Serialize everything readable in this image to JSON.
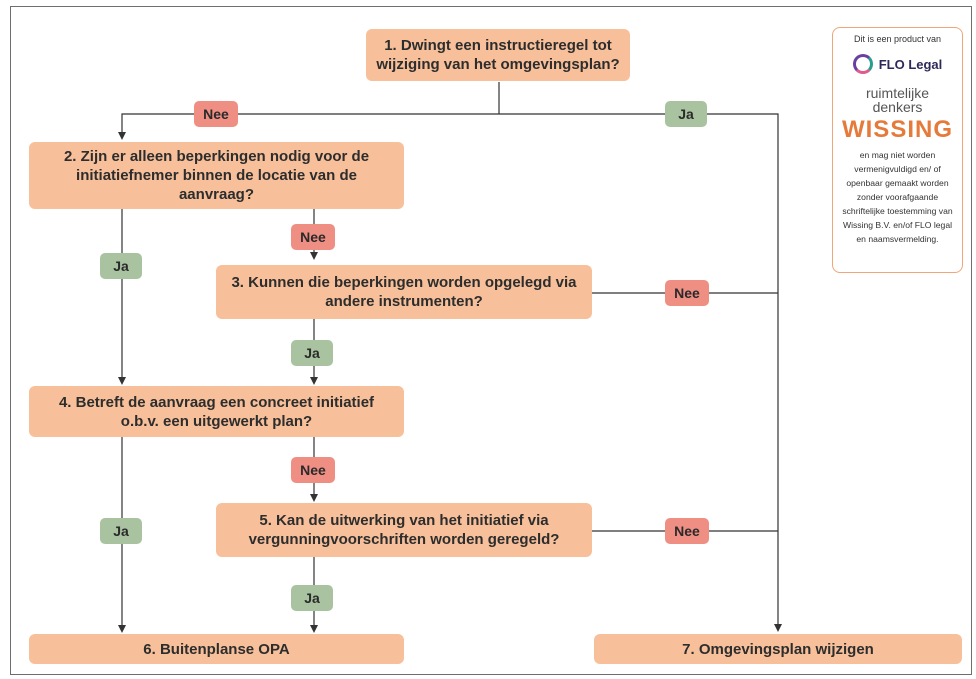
{
  "questions": {
    "q1": "1. Dwingt een instructieregel tot wijziging van het omgevingsplan?",
    "q2": "2. Zijn er alleen beperkingen nodig voor de initiatiefnemer binnen de locatie van de aanvraag?",
    "q3": "3. Kunnen die beperkingen worden opgelegd via andere instrumenten?",
    "q4": "4. Betreft de aanvraag een concreet initiatief o.b.v. een uitgewerkt plan?",
    "q5": "5. Kan de uitwerking van het initiatief via vergunningvoorschriften worden geregeld?",
    "o6": "6. Buitenplanse OPA",
    "o7": "7. Omgevingsplan wijzigen"
  },
  "answers": {
    "q1_no": "Nee",
    "q1_yes": "Ja",
    "q2_no": "Nee",
    "q2_yes": "Ja",
    "q3_no": "Nee",
    "q3_yes": "Ja",
    "q4_no": "Nee",
    "q4_yes": "Ja",
    "q5_no": "Nee",
    "q5_yes": "Ja"
  },
  "credit": {
    "intro": "Dit is een product van",
    "flo_name": "FLO Legal",
    "rd_line1": "ruimtelijke",
    "rd_line2": "denkers",
    "wissing": "WISSING",
    "note": "en mag niet worden vermenigvuldigd en/ of openbaar gemaakt worden zonder voorafgaande schriftelijke toestemming van Wissing B.V. en/of FLO legal en naamsvermelding."
  },
  "colors": {
    "box": "#f7c09a",
    "nee": "#ef8f84",
    "ja": "#a9c3a0",
    "line": "#333333",
    "flo_ring": "#6b3fa0",
    "wissing": "#e57a3b"
  }
}
